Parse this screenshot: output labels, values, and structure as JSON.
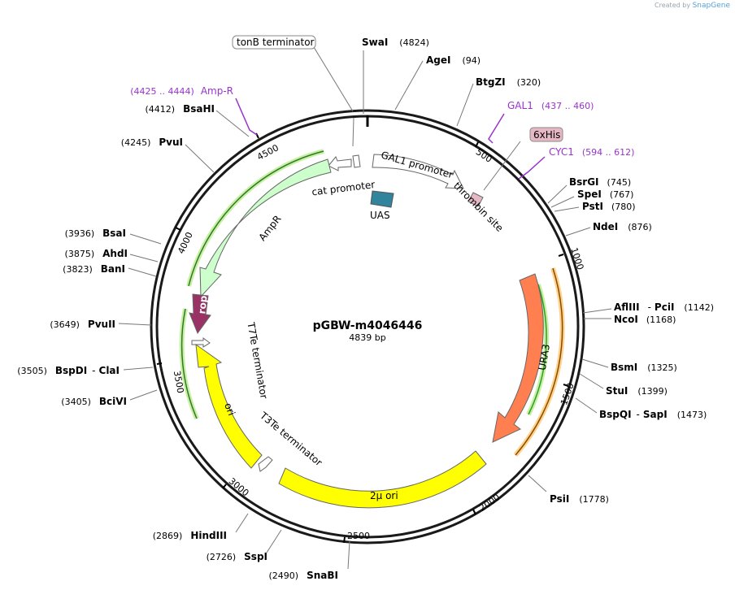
{
  "credit": {
    "prefix": "Created by",
    "brand": "SnapGene"
  },
  "plasmid": {
    "name": "pGBW-m4046446",
    "size_label": "4839 bp",
    "length": 4839
  },
  "ticks": [
    {
      "pos": 500,
      "label": "500"
    },
    {
      "pos": 1000,
      "label": "1000"
    },
    {
      "pos": 1500,
      "label": "1500"
    },
    {
      "pos": 2000,
      "label": "2000"
    },
    {
      "pos": 2500,
      "label": "2500"
    },
    {
      "pos": 3000,
      "label": "3000"
    },
    {
      "pos": 3500,
      "label": "3500"
    },
    {
      "pos": 4000,
      "label": "4000"
    },
    {
      "pos": 4500,
      "label": "4500"
    }
  ],
  "sites": [
    {
      "name": "SwaI",
      "pos": "(4824)",
      "side": "right"
    },
    {
      "name": "AgeI",
      "pos": "(94)",
      "side": "right"
    },
    {
      "name": "BtgZI",
      "pos": "(320)",
      "side": "right"
    },
    {
      "name": "BsrGI",
      "pos": "(745)",
      "side": "right"
    },
    {
      "name": "SpeI",
      "pos": "(767)",
      "side": "right"
    },
    {
      "name": "PstI",
      "pos": "(780)",
      "side": "right"
    },
    {
      "name": "NdeI",
      "pos": "(876)",
      "side": "right"
    },
    {
      "name": "AflIII",
      "name2": "PciI",
      "pos": "(1142)",
      "side": "right"
    },
    {
      "name": "NcoI",
      "pos": "(1168)",
      "side": "right"
    },
    {
      "name": "BsmI",
      "pos": "(1325)",
      "side": "right"
    },
    {
      "name": "StuI",
      "pos": "(1399)",
      "side": "right"
    },
    {
      "name": "BspQI",
      "name2": "SapI",
      "pos": "(1473)",
      "side": "right"
    },
    {
      "name": "PsiI",
      "pos": "(1778)",
      "side": "right"
    },
    {
      "name": "SnaBI",
      "pos": "(2490)",
      "side": "left"
    },
    {
      "name": "SspI",
      "pos": "(2726)",
      "side": "left"
    },
    {
      "name": "HindIII",
      "pos": "(2869)",
      "side": "left"
    },
    {
      "name": "BciVI",
      "pos": "(3405)",
      "side": "left"
    },
    {
      "name": "BspDI",
      "name2": "ClaI",
      "pos": "(3505)",
      "side": "left"
    },
    {
      "name": "PvuII",
      "pos": "(3649)",
      "side": "left"
    },
    {
      "name": "BanI",
      "pos": "(3823)",
      "side": "left"
    },
    {
      "name": "AhdI",
      "pos": "(3875)",
      "side": "left"
    },
    {
      "name": "BsaI",
      "pos": "(3936)",
      "side": "left"
    },
    {
      "name": "PvuI",
      "pos": "(4245)",
      "side": "left"
    },
    {
      "name": "BsaHI",
      "pos": "(4412)",
      "side": "left"
    }
  ],
  "primers": [
    {
      "name": "Amp-R",
      "range": "(4425 .. 4444)"
    },
    {
      "name": "GAL1",
      "range": "(437 .. 460)"
    },
    {
      "name": "CYC1",
      "range": "(594 .. 612)"
    }
  ],
  "features": {
    "tonb": "tonB terminator",
    "his": "6xHis",
    "gal1_promoter": "GAL1 promoter",
    "cat_promoter": "cat promoter",
    "uas": "UAS",
    "thrombin": "thrombin site",
    "ampr": "AmpR",
    "rop": "rop",
    "t7te": "T7Te terminator",
    "ori": "ori",
    "t3te": "T3Te terminator",
    "two_micron": "2μ ori",
    "ura3": "URA3"
  },
  "colors": {
    "backbone": "#1a1a1a",
    "site_name": "#000000",
    "primer": "#9933cc",
    "ampr_fill": "#ccffcc",
    "ampr_edge": "#2d7a2d",
    "rop_fill": "#993366",
    "ori_fill": "#ffff00",
    "ura3_fill": "#ff7f50",
    "uas_fill": "#31849b",
    "his_fill": "#e6b8c4",
    "orf_green": "#2ca02c",
    "orf_highlight_green": "#c8f0a0",
    "orf_highlight_orange": "#ffd28c"
  }
}
